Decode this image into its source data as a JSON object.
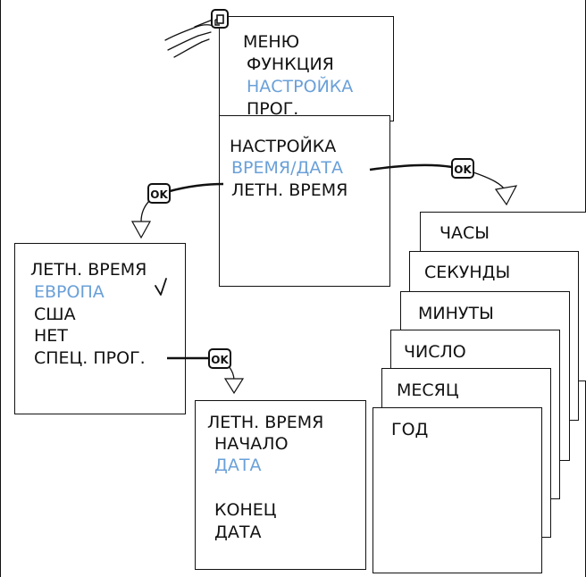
{
  "menu_screen": {
    "lines": [
      "МЕНЮ",
      "ФУНКЦИЯ",
      "НАСТРОЙКА",
      "ПРОГ."
    ]
  },
  "settings_screen": {
    "lines": [
      "НАСТРОЙКА",
      "ВРЕМЯ/ДАТА",
      "ЛЕТН. ВРЕМЯ"
    ]
  },
  "summer_time_screen": {
    "lines": [
      "ЛЕТН. ВРЕМЯ",
      "ЕВРОПА",
      "США",
      "НЕТ",
      "СПЕЦ. ПРОГ."
    ]
  },
  "special_prog_screen": {
    "lines": [
      "ЛЕТН. ВРЕМЯ",
      "НАЧАЛО",
      "ДАТА",
      "КОНЕЦ",
      "ДАТА"
    ]
  },
  "time_date_cards": [
    "ЧАСЫ",
    "СЕКУНДЫ",
    "МИНУТЫ",
    "ЧИСЛО",
    "МЕСЯЦ",
    "ГОД"
  ],
  "ok_label": "OK",
  "colors": {
    "highlight": "#6aa0d8",
    "line": "#111111"
  }
}
